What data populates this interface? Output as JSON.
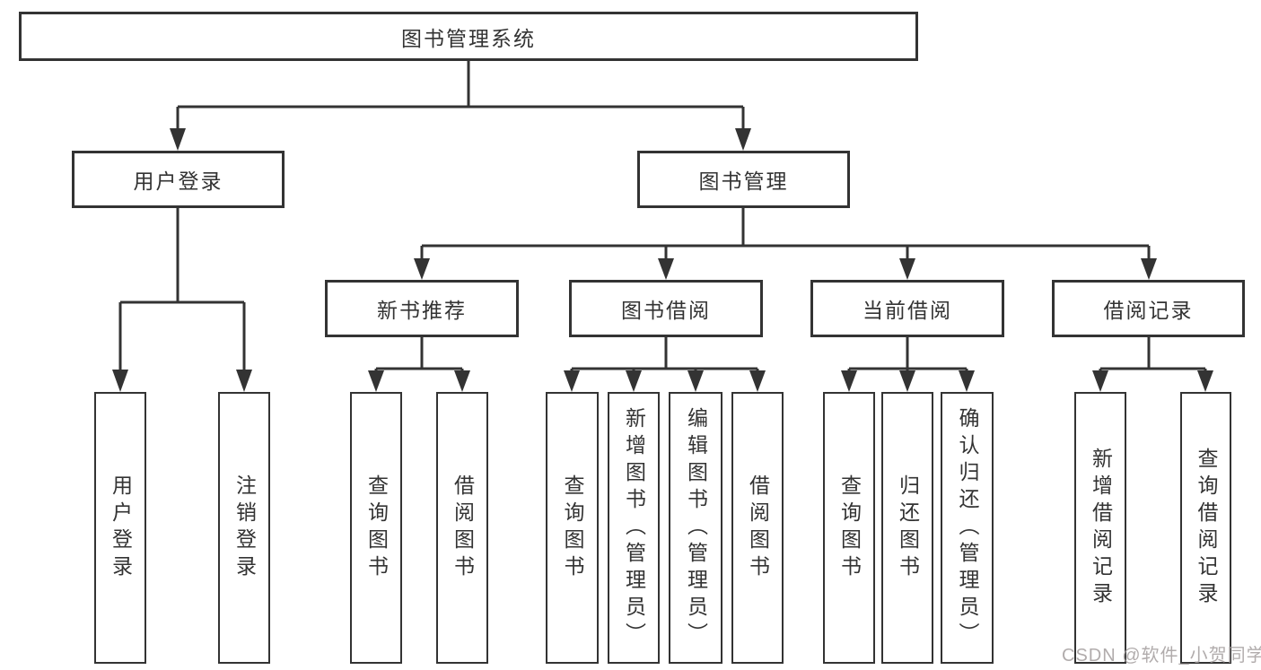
{
  "colors": {
    "line": "#333333",
    "text": "#333333",
    "watermark_text": "#a39d9d",
    "background": "#ffffff"
  },
  "tree": {
    "root": {
      "label": "图书管理系统"
    },
    "branches": [
      {
        "label": "用户登录",
        "leaves": [
          "用户登录",
          "注销登录"
        ]
      },
      {
        "label": "图书管理",
        "groups": [
          {
            "label": "新书推荐",
            "leaves": [
              "查询图书",
              "借阅图书"
            ]
          },
          {
            "label": "图书借阅",
            "leaves": [
              "查询图书",
              "新增图书（管理员）",
              "编辑图书（管理员）",
              "借阅图书"
            ]
          },
          {
            "label": "当前借阅",
            "leaves": [
              "查询图书",
              "归还图书",
              "确认归还（管理员）"
            ]
          },
          {
            "label": "借阅记录",
            "leaves": [
              "新增借阅记录",
              "查询借阅记录"
            ]
          }
        ]
      }
    ]
  },
  "watermark": "CSDN @软件_小贺同学"
}
